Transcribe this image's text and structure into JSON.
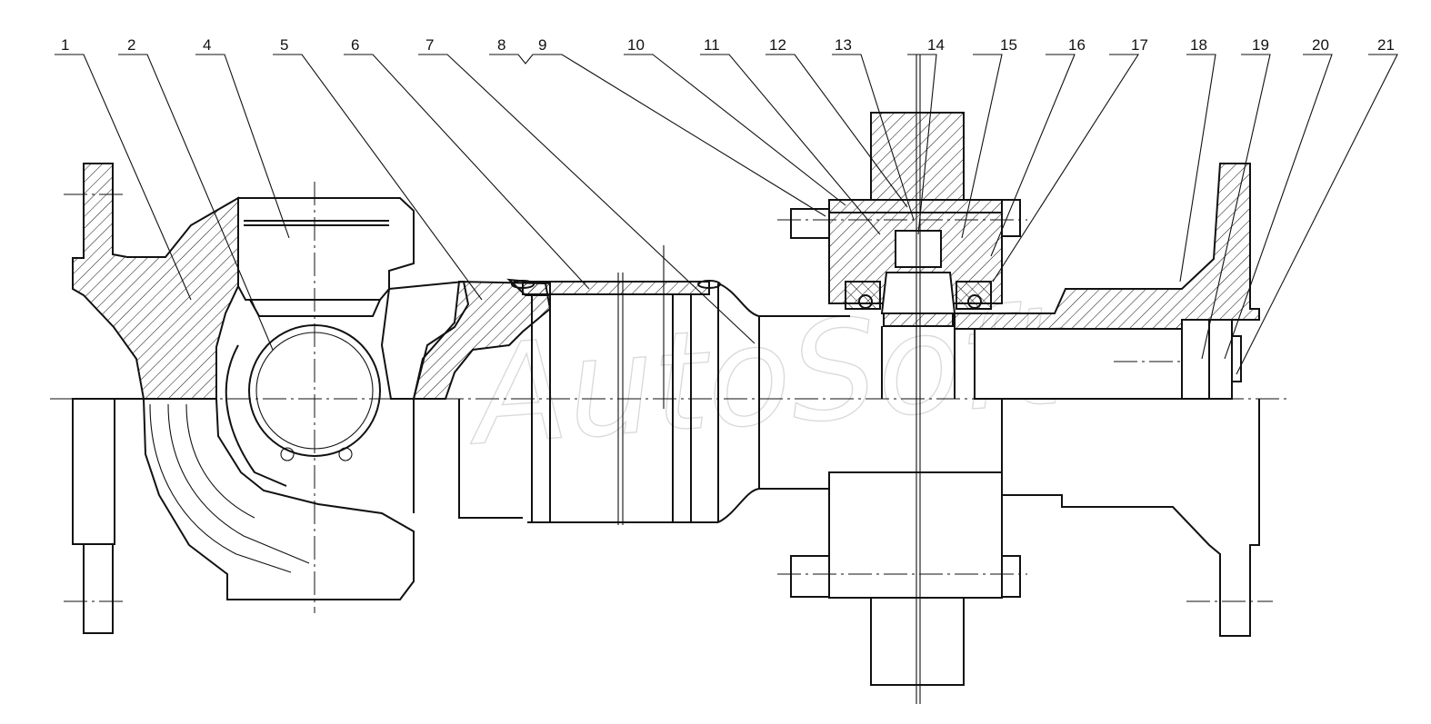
{
  "callouts": [
    {
      "label": "1"
    },
    {
      "label": "2"
    },
    {
      "label": "4"
    },
    {
      "label": "5"
    },
    {
      "label": "6"
    },
    {
      "label": "7"
    },
    {
      "label": "8"
    },
    {
      "label": "9"
    },
    {
      "label": "10"
    },
    {
      "label": "11"
    },
    {
      "label": "12"
    },
    {
      "label": "13"
    },
    {
      "label": "14"
    },
    {
      "label": "15"
    },
    {
      "label": "16"
    },
    {
      "label": "17"
    },
    {
      "label": "18"
    },
    {
      "label": "19"
    },
    {
      "label": "20"
    },
    {
      "label": "21"
    }
  ],
  "watermark": "AutoSoft",
  "colors": {
    "line": "#111111",
    "background": "#ffffff",
    "watermark": "#bdbdbd"
  }
}
